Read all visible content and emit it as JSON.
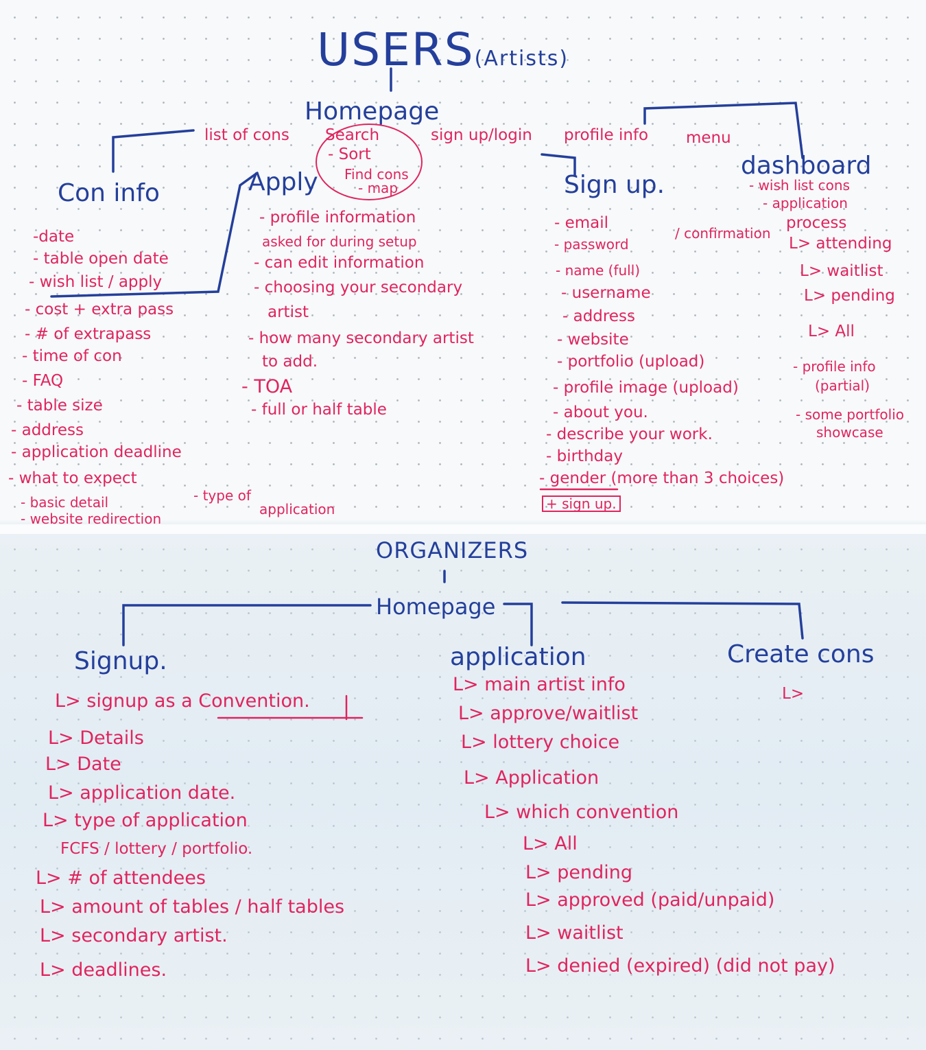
{
  "users": {
    "title": "USERS",
    "title_sub": "(Artists)",
    "homepage": "Homepage",
    "list_of_cons": "list of cons",
    "search_group": [
      "Search",
      "- Sort",
      "Find cons",
      "- map"
    ],
    "signup_login": "sign up/login",
    "profile_info": "profile info",
    "menu": "menu",
    "con_info": {
      "title": "Con info",
      "items": [
        "-date",
        "- table open date",
        "- wish list / apply",
        "- cost + extra pass",
        "- # of extrapass",
        "- time of con",
        "- FAQ",
        "- table size",
        "- address",
        "- application deadline",
        "- what to expect",
        "- basic detail",
        "- website redirection"
      ],
      "side_note": [
        "- type of",
        "application"
      ]
    },
    "apply": {
      "title": "Apply",
      "items": [
        "- profile information",
        "asked for during setup",
        "- can edit information",
        "- choosing your secondary",
        "artist",
        "- how many secondary artist",
        "to add.",
        "- TOA",
        "- full or half table"
      ]
    },
    "sign_up": {
      "title": "Sign up.",
      "items": [
        "- email",
        "- password",
        "- name (full)",
        "- username",
        "- address",
        "- website",
        "- portfolio (upload)",
        "- profile image (upload)",
        "- about you.",
        "- describe your work.",
        "- birthday",
        "- gender (more than 3 choices)"
      ],
      "confirmation": "/ confirmation",
      "button": "+ sign up."
    },
    "dashboard": {
      "title": "dashboard",
      "items": [
        "- wish list cons",
        "- application",
        "process",
        "L> attending",
        "L> waitlist",
        "L> pending",
        "L> All",
        "- profile info",
        "(partial)",
        "- some portfolio",
        "showcase"
      ]
    }
  },
  "organizers": {
    "title": "ORGANIZERS",
    "homepage": "Homepage",
    "signup": {
      "title": "Signup.",
      "items": [
        "L> signup as a Convention.",
        "L> Details",
        "L> Date",
        "L> application date.",
        "L> type of application",
        "FCFS / lottery / portfolio.",
        "L> # of attendees",
        "L> amount of tables / half tables",
        "L> secondary artist.",
        "L> deadlines."
      ]
    },
    "application": {
      "title": "application",
      "items": [
        "L> main artist info",
        "L> approve/waitlist",
        "L> lottery choice",
        "L> Application",
        "L> which convention",
        "L> All",
        "L> pending",
        "L> approved (paid/unpaid)",
        "L> waitlist",
        "L> denied (expired) (did not pay)"
      ]
    },
    "create_cons": {
      "title": "Create cons",
      "items": [
        "L>"
      ]
    }
  },
  "colors": {
    "ink_blue": "#243f9b",
    "ink_pink": "#e0245e",
    "paper": "#f7f9fa",
    "dots": "#aeb6bd"
  }
}
